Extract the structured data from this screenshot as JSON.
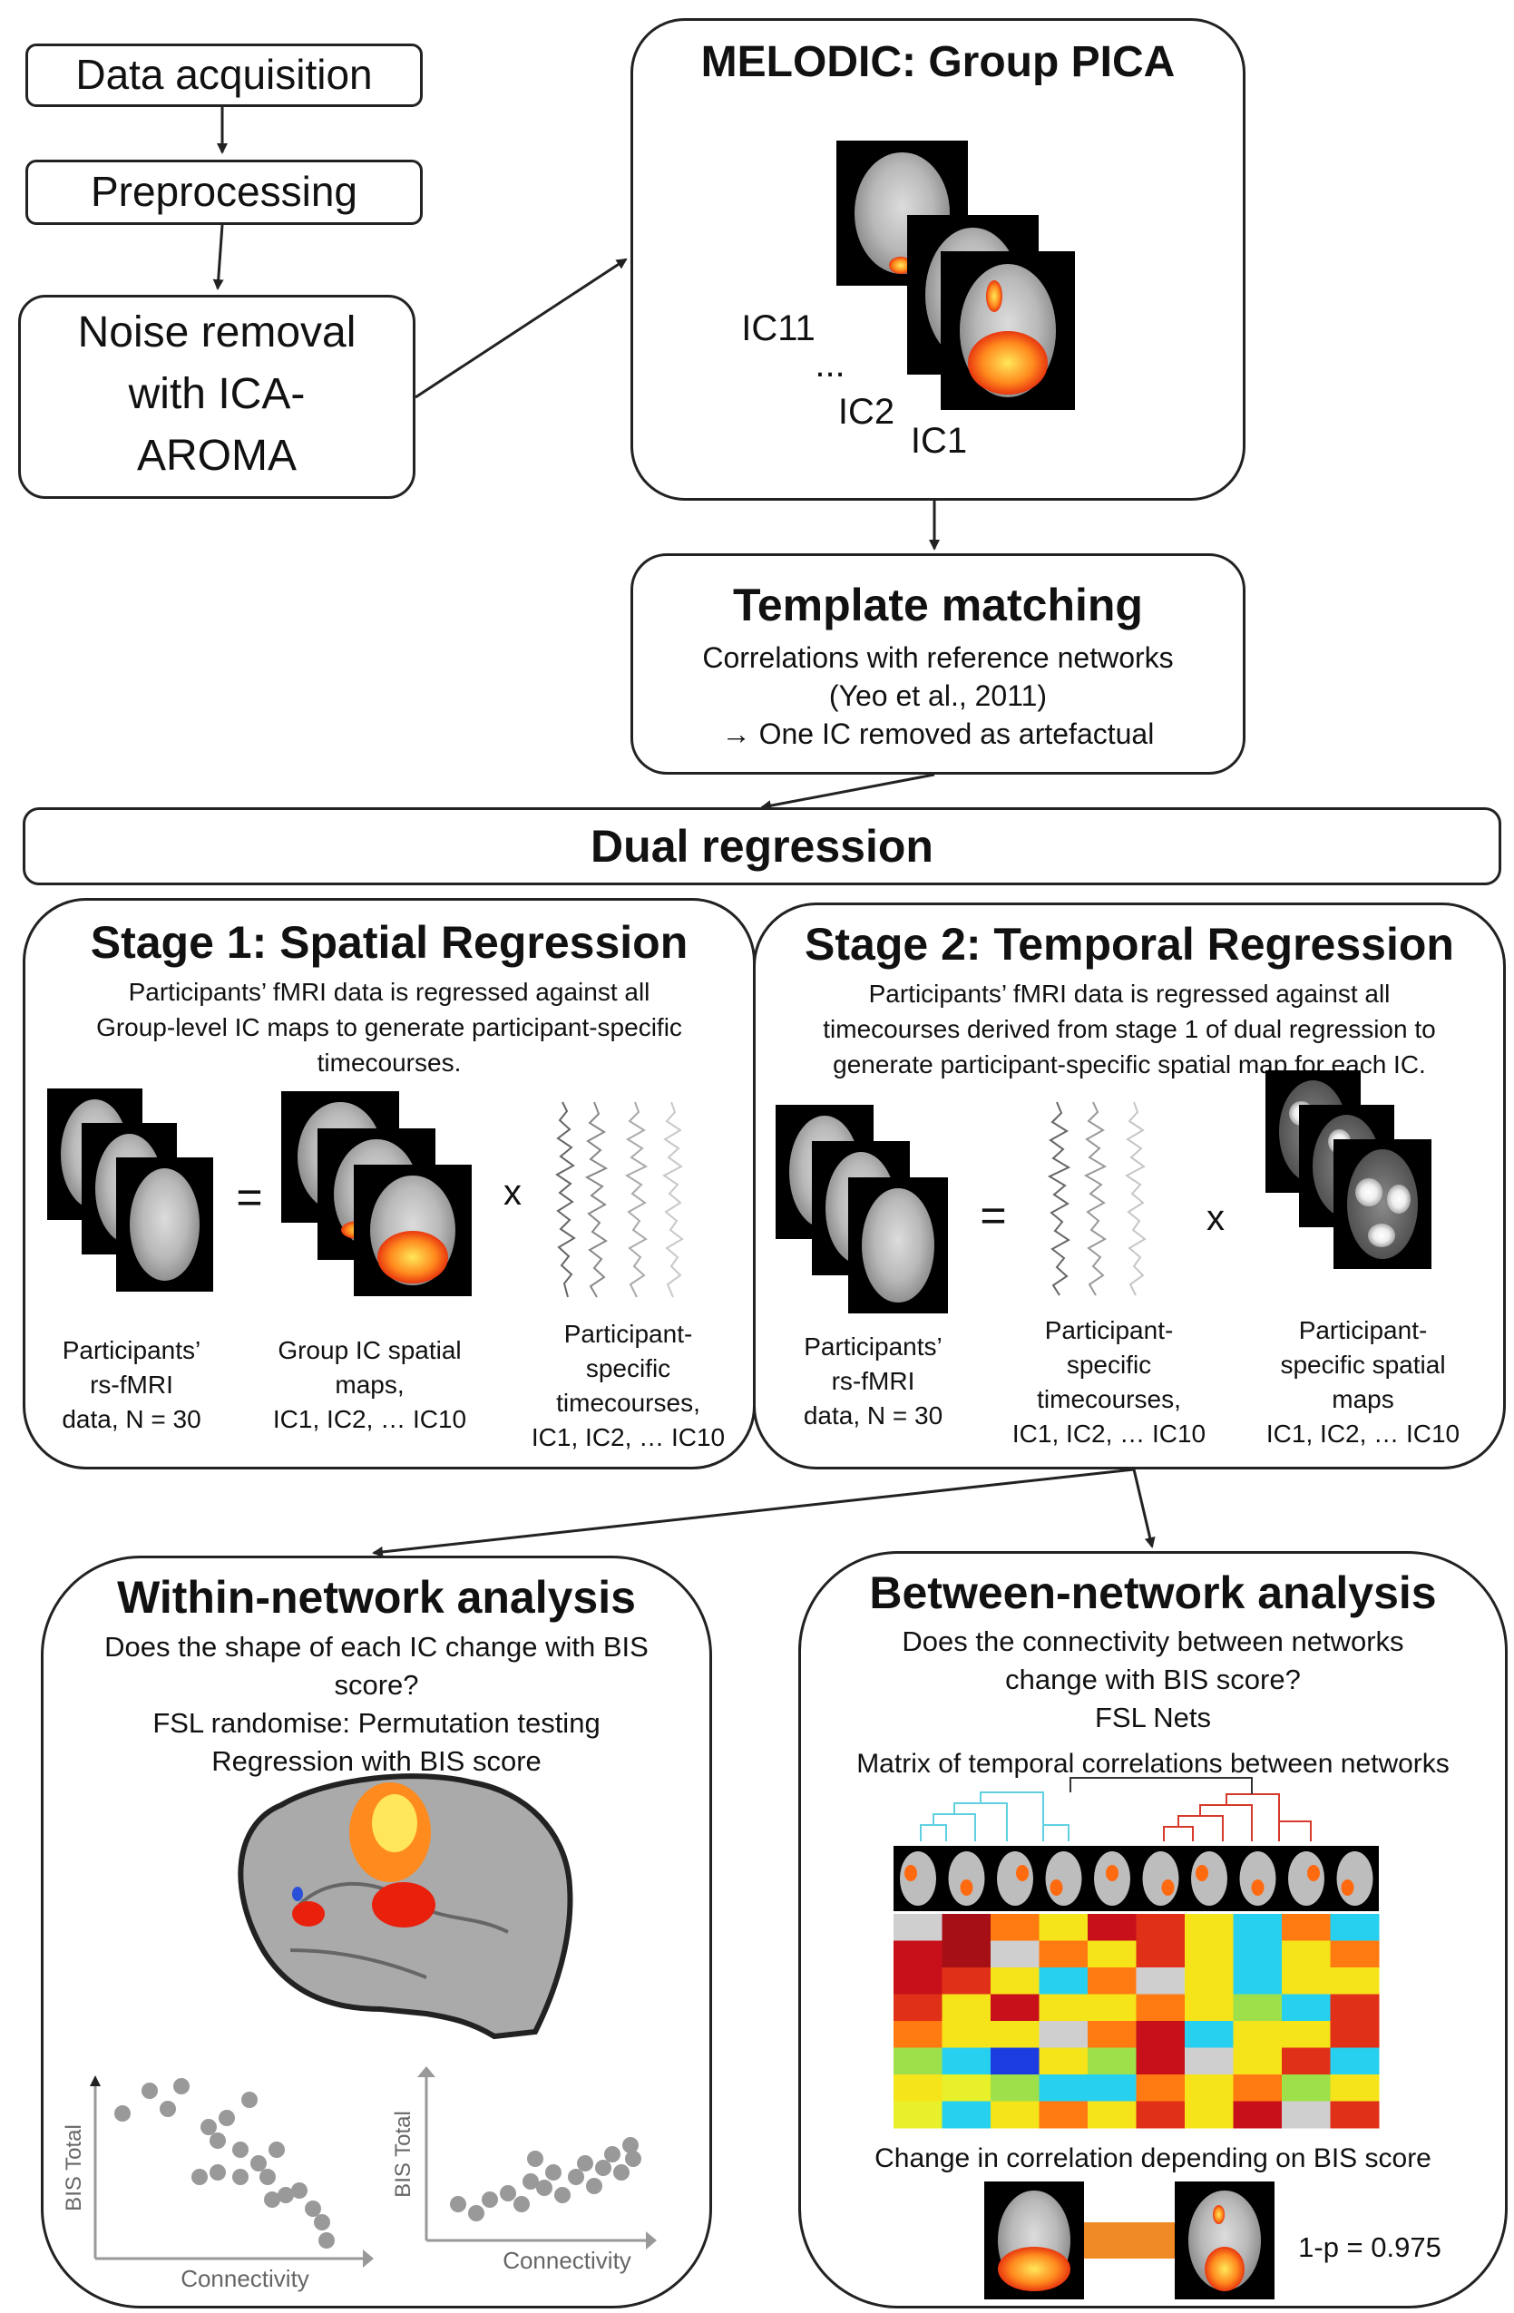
{
  "pipeline": {
    "data_acquisition": "Data acquisition",
    "preprocessing": "Preprocessing",
    "noise_removal_line1": "Noise removal",
    "noise_removal_line2": "with ICA-",
    "noise_removal_line3": "AROMA"
  },
  "melodic": {
    "title": "MELODIC: Group PICA",
    "ic11": "IC11",
    "ellipsis": "...",
    "ic2": "IC2",
    "ic1": "IC1"
  },
  "template": {
    "title": "Template matching",
    "line1": "Correlations with reference networks",
    "line2": "(Yeo et al., 2011)",
    "line3": "One IC removed as artefactual",
    "arrow_glyph": "→"
  },
  "dual_regression": {
    "title": "Dual regression"
  },
  "stage1": {
    "title": "Stage 1: Spatial Regression",
    "desc1": "Participants’ fMRI data is regressed against all",
    "desc2": "Group-level IC maps to generate  participant-specific",
    "desc3": "timecourses.",
    "equals": "=",
    "times": "x",
    "cap1": [
      "Participants’",
      "rs-fMRI",
      "data, N = 30"
    ],
    "cap2": [
      "Group IC spatial",
      "maps,",
      "IC1, IC2, … IC10"
    ],
    "cap3": [
      "Participant-",
      "specific",
      "timecourses,",
      "IC1, IC2, … IC10"
    ]
  },
  "stage2": {
    "title": "Stage 2: Temporal Regression",
    "desc1": "Participants’ fMRI data is regressed against all",
    "desc2": "timecourses derived from stage 1 of dual regression to",
    "desc3": "generate  participant-specific spatial map for each IC.",
    "equals": "=",
    "times": "x",
    "cap1": [
      "Participants’",
      "rs-fMRI",
      "data, N = 30"
    ],
    "cap2": [
      "Participant-",
      "specific",
      "timecourses,",
      "IC1, IC2, … IC10"
    ],
    "cap3": [
      "Participant-",
      "specific spatial",
      "maps",
      "IC1, IC2, … IC10"
    ]
  },
  "within": {
    "title": "Within-network analysis",
    "q1": "Does the shape of each IC change with BIS",
    "q2": "score?",
    "m1": "FSL randomise:  Permutation testing",
    "m2": "Regression with BIS score",
    "plot1_xlabel": "Connectivity",
    "plot1_ylabel": "BIS Total",
    "plot2_xlabel": "Connectivity",
    "plot2_ylabel": "BIS Total"
  },
  "between": {
    "title": "Between-network analysis",
    "q1": "Does the connectivity between networks",
    "q2": "change with BIS score?",
    "m1": "FSL Nets",
    "matrix_caption": "Matrix of temporal correlations between networks",
    "change_caption": "Change in correlation depending on BIS score",
    "p_value": "1-p = 0.975"
  },
  "colors": {
    "stroke": "#222222",
    "hot": "#ff7a10",
    "cyan": "#5fd0e0",
    "red": "#d63a2a",
    "orange_link": "#f08a24"
  }
}
